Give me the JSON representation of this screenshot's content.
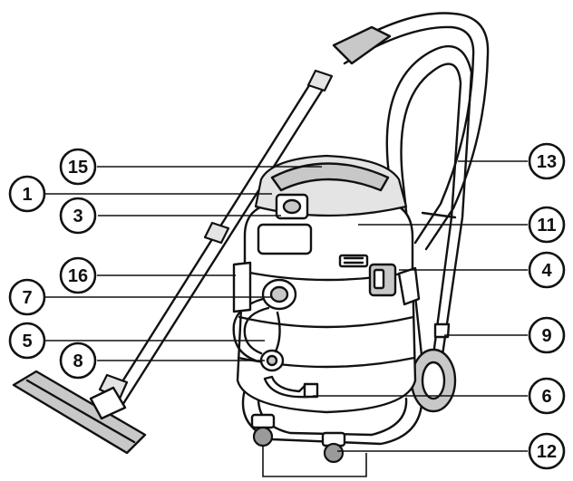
{
  "callouts": {
    "c15": "15",
    "c1": "1",
    "c3": "3",
    "c16": "16",
    "c7": "7",
    "c5": "5",
    "c8": "8",
    "c13": "13",
    "c11": "11",
    "c4": "4",
    "c9": "9",
    "c6": "6",
    "c12": "12"
  }
}
